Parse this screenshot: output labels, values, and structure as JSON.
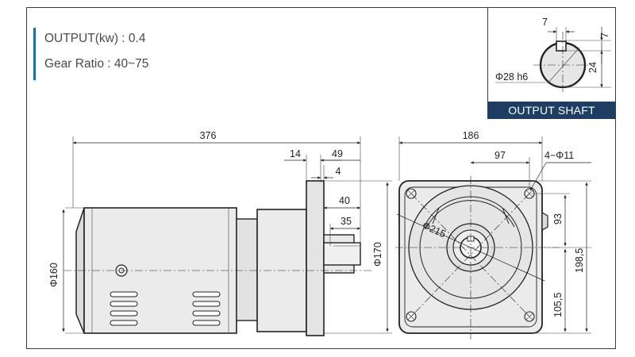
{
  "specs": {
    "output": "OUTPUT(kw) : 0.4",
    "gear_ratio": "Gear Ratio : 40~75"
  },
  "output_shaft": {
    "caption": "OUTPUT SHAFT",
    "key_width": "7",
    "key_depth": "7",
    "height": "24",
    "diameter": "Φ28 h6"
  },
  "side_view": {
    "overall_length": "376",
    "dim_14": "14",
    "dim_49": "49",
    "dim_4": "4",
    "dim_40": "40",
    "dim_35": "35",
    "body_diameter": "Φ160",
    "flange_pilot": "Φ170"
  },
  "front_view": {
    "width": "186",
    "dim_97": "97",
    "mounting_holes": "4−Φ11",
    "pcd": "Φ215",
    "dim_93": "93",
    "dim_198_5": "198,5",
    "dim_105_5": "105,5"
  },
  "colors": {
    "accent_bar": "#1b6fa8",
    "caption_bg": "#1d3d63",
    "motor_fill": "#e9e9e9",
    "line": "#222222"
  }
}
